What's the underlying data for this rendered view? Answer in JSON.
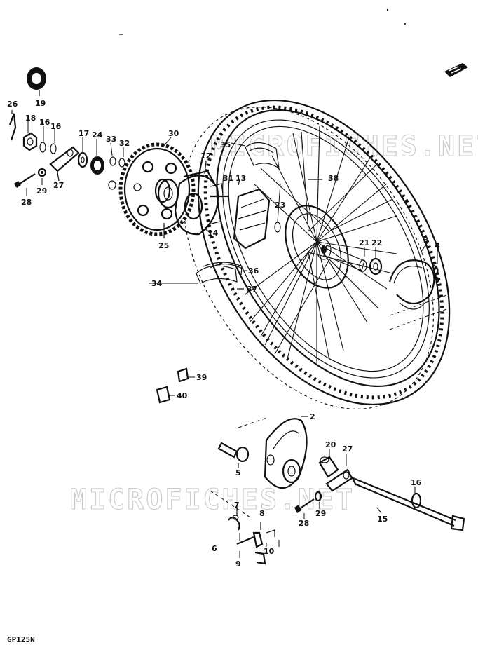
{
  "diagram": {
    "watermarks": [
      "MICROFICHES.NET",
      "MICROFICHES.NET"
    ],
    "model_code": "GP125N",
    "part_numbers": [
      "19",
      "26",
      "18",
      "16",
      "16",
      "17",
      "24",
      "33",
      "32",
      "30",
      "12",
      "31",
      "13",
      "35",
      "38",
      "28",
      "29",
      "27",
      "25",
      "14",
      "23",
      "21",
      "22",
      "3",
      "4",
      "34",
      "36",
      "37",
      "39",
      "40",
      "2",
      "5",
      "20",
      "27",
      "16",
      "7",
      "8",
      "6",
      "9",
      "10",
      "28",
      "29",
      "15"
    ]
  }
}
